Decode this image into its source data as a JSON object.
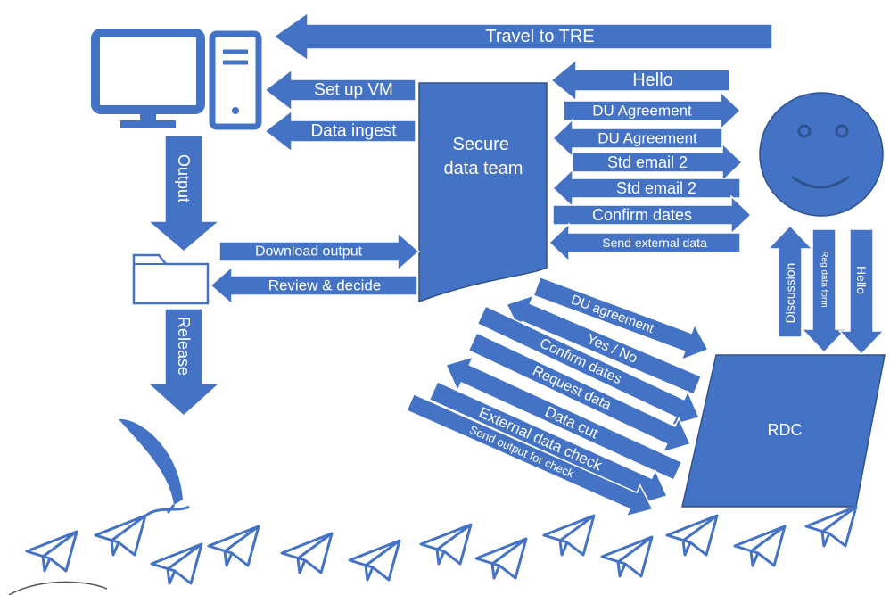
{
  "colors": {
    "accent": "#4472c4",
    "accent_dark": "#2f528f",
    "text": "#ffffff"
  },
  "diagram": {
    "nodes": {
      "secure_team": "Secure\ndata team",
      "rdc": "RDC"
    },
    "icons": {
      "monitor": "monitor-icon",
      "tower": "computer-tower-icon",
      "folder": "folder-icon",
      "smiley": "smiley-face-icon",
      "quill": "quill-pen-icon",
      "plane": "paper-plane-icon"
    },
    "arrows": {
      "travel_to_tre": "Travel to TRE",
      "set_up_vm": "Set up VM",
      "data_ingest": "Data ingest",
      "hello_1": "Hello",
      "du_agreement_1": "DU Agreement",
      "du_agreement_2": "DU Agreement",
      "std_email_1": "Std email 2",
      "std_email_2": "Std email 2",
      "confirm_dates_1": "Confirm dates",
      "send_external_data": "Send external data",
      "output": "Output",
      "download_output": "Download output",
      "review_decide": "Review & decide",
      "release": "Release",
      "discussion": "Discussion",
      "reg_data_form": "Reg data form",
      "hello_2": "Hello",
      "du_agreement_3": "DU agreement",
      "yes_no": "Yes / No",
      "confirm_dates_2": "Confirm dates",
      "request_data": "Request data",
      "data_cut": "Data cut",
      "external_data_check": "External data check",
      "send_output_check": "Send output for check"
    }
  }
}
